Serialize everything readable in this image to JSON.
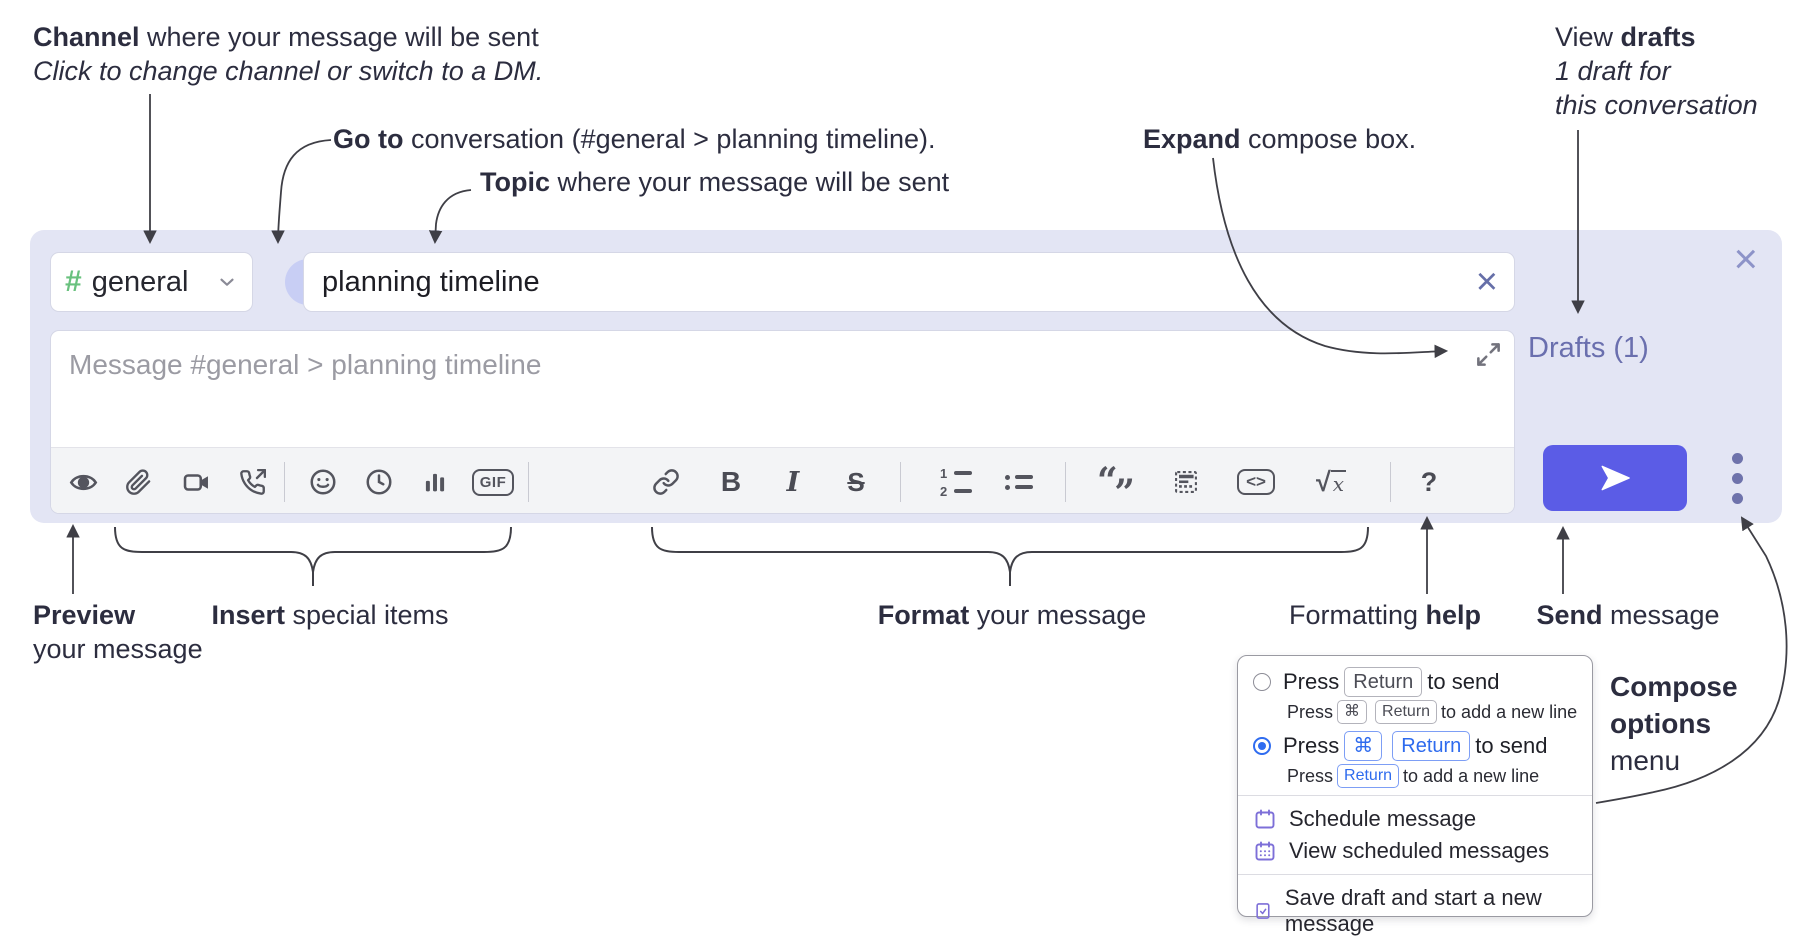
{
  "annotations": {
    "channel_line1_bold": "Channel",
    "channel_line1_rest": " where your message will be sent",
    "channel_line2": "Click to change channel or switch to a DM.",
    "goto_bold": "Go to",
    "goto_rest": " conversation (#general > planning timeline).",
    "topic_bold": "Topic",
    "topic_rest": " where your message will be sent",
    "expand_bold": "Expand",
    "expand_rest": " compose box.",
    "drafts_line1_pre": "View ",
    "drafts_line1_bold": "drafts",
    "drafts_line2": "1 draft for",
    "drafts_line3": "this conversation",
    "preview_bold": "Preview",
    "preview_line2": "your message",
    "insert_bold": "Insert",
    "insert_rest": " special items",
    "format_bold": "Format",
    "format_rest": " your message",
    "help_pre": "Formatting ",
    "help_bold": "help",
    "send_bold": "Send",
    "send_rest": " message",
    "compose_options_line1": "Compose",
    "compose_options_line2": "options",
    "compose_options_line3": "menu"
  },
  "compose": {
    "channel_hash": "#",
    "channel_name": "general",
    "topic_value": "planning timeline",
    "topic_clear": "×",
    "close": "×",
    "message_placeholder": "Message #general > planning timeline",
    "drafts_link": "Drafts (1)"
  },
  "toolbar": {
    "icons": [
      "preview-eye",
      "attach-paperclip",
      "start-video-call",
      "start-audio-call",
      "add-emoji",
      "add-global-time",
      "add-poll",
      "add-gif",
      "link",
      "bold",
      "italic",
      "strikethrough",
      "numbered-list",
      "bulleted-list",
      "quote",
      "spoiler",
      "code",
      "math",
      "message-formatting-help"
    ],
    "gif": "GIF",
    "bold": "B",
    "italic": "I",
    "strike": "S",
    "code": "<>",
    "root": "√",
    "x": "x",
    "quote_open": "“",
    "quote_close": "”",
    "ol_1": "1",
    "ol_2": "2",
    "help": "?"
  },
  "popup": {
    "opt1_press": "Press",
    "opt1_key": "Return",
    "opt1_tail": "to send",
    "opt1_sub_press": "Press",
    "opt1_sub_key1": "⌘",
    "opt1_sub_key2": "Return",
    "opt1_sub_tail": "to add a new line",
    "opt2_press": "Press",
    "opt2_key1": "⌘",
    "opt2_key2": "Return",
    "opt2_tail": "to send",
    "opt2_sub_press": "Press",
    "opt2_sub_key": "Return",
    "opt2_sub_tail": "to add a new line",
    "items": [
      "Schedule message",
      "View scheduled messages",
      "Save draft and start a new message"
    ]
  },
  "colors": {
    "compose_bg": "#e3e5f4",
    "send_button": "#5b5ce6",
    "hash_green": "#69c17e",
    "goto_chevron_blue": "#3f63f2",
    "goto_circle": "#c8cef4",
    "drafts_link": "#6a6fae",
    "popup_purple_icon": "#7d6fd8",
    "key_blue": "#2e6bee",
    "radio_blue": "#2f6cf0",
    "annotation_ink": "#2c2d3f",
    "toolbar_icon": "#54555e"
  }
}
